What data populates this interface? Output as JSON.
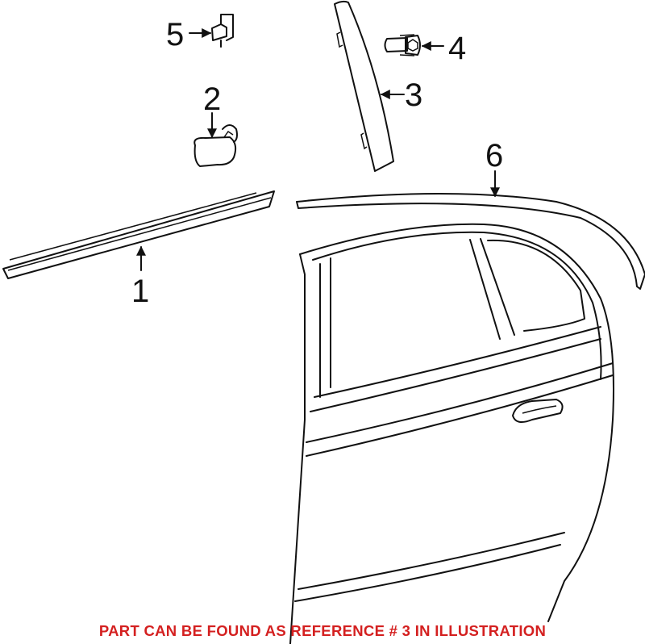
{
  "callouts": [
    {
      "number": "1",
      "part": "belt-molding"
    },
    {
      "number": "2",
      "part": "side-marker-cap"
    },
    {
      "number": "3",
      "part": "pillar-applique"
    },
    {
      "number": "4",
      "part": "bolt"
    },
    {
      "number": "5",
      "part": "clip"
    },
    {
      "number": "6",
      "part": "roof-molding"
    }
  ],
  "note": {
    "text": "PART CAN BE FOUND AS REFERENCE # 3 IN ILLUSTRATION",
    "color": "#d42020"
  },
  "colors": {
    "line": "#111111",
    "background": "#ffffff"
  }
}
